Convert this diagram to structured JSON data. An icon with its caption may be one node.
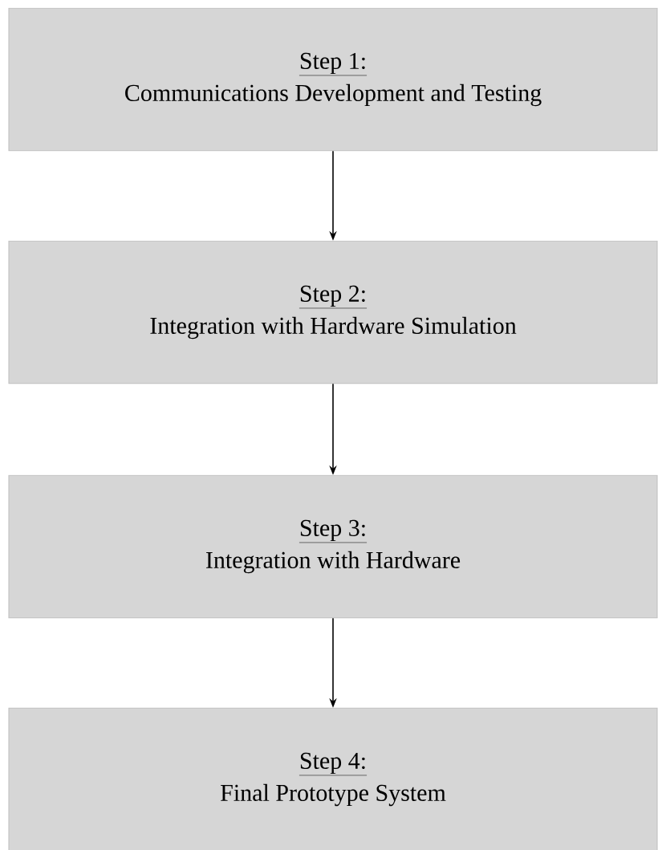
{
  "diagram": {
    "nodes": [
      {
        "text": [
          "Step 1:",
          "Communications Development and Testing"
        ]
      },
      {
        "text": [
          "Step 2:",
          "Integration with Hardware Simulation"
        ]
      },
      {
        "text": [
          "Step 3:",
          "Integration with Hardware"
        ]
      },
      {
        "text": [
          "Step 4:",
          "Final Prototype System"
        ]
      }
    ],
    "edges": [
      {
        "from": 0,
        "to": 1,
        "arrow": "to"
      },
      {
        "from": 1,
        "to": 2,
        "arrow": "to"
      },
      {
        "from": 2,
        "to": 3,
        "arrow": "to"
      }
    ]
  }
}
